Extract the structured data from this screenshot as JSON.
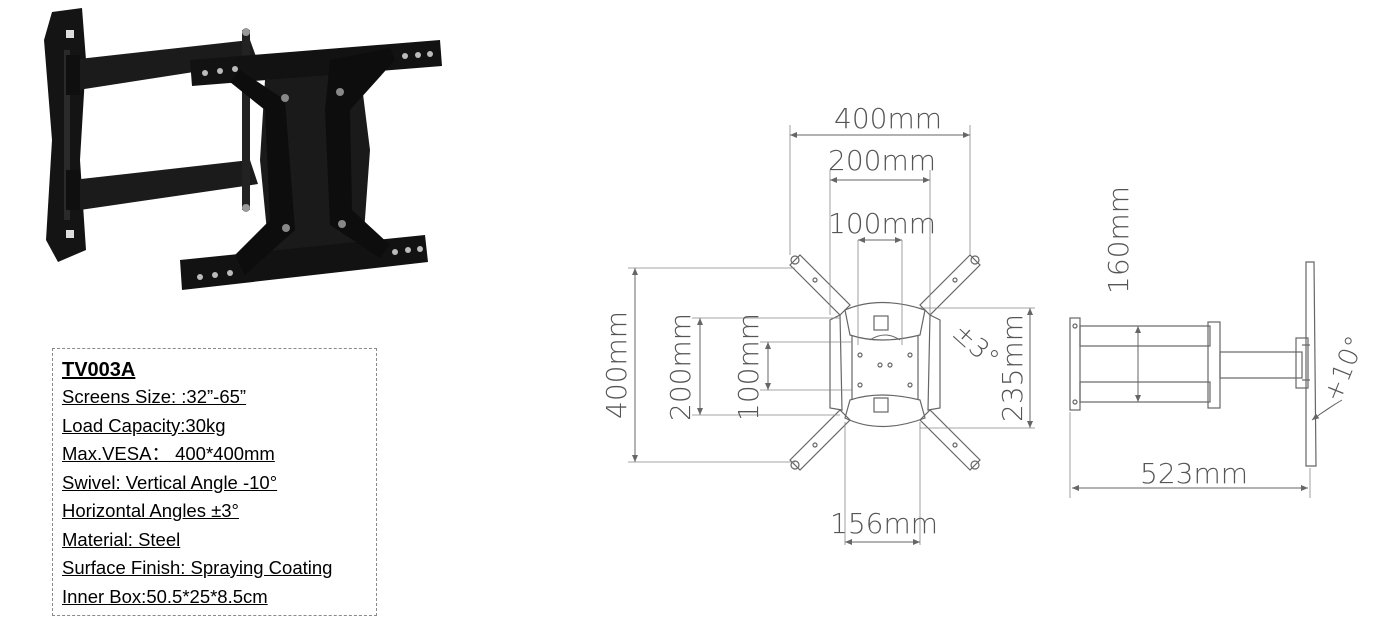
{
  "spec": {
    "model": "TV003A",
    "lines": [
      "Screens Size: :32”-65”",
      "Load Capacity:30kg",
      "Max.VESA： 400*400mm",
      "Swivel: Vertical Angle -10°",
      "Horizontal Angles ±3°",
      "Material:  Steel",
      "Surface Finish: Spraying Coating",
      "Inner Box:50.5*25*8.5cm"
    ]
  },
  "dimensions": {
    "front_width_outer": "400mm",
    "front_width_mid": "200mm",
    "front_width_inner": "100mm",
    "front_height_outer": "400mm",
    "front_height_mid": "200mm",
    "front_height_inner": "100mm",
    "swivel_angle": "±3°",
    "plate_height": "235mm",
    "bottom_width": "156mm",
    "side_height": "160mm",
    "tilt_angle": "+10°",
    "extension": "523mm"
  },
  "colors": {
    "steel": "#151515",
    "line": "#777777",
    "text": "#555555"
  }
}
